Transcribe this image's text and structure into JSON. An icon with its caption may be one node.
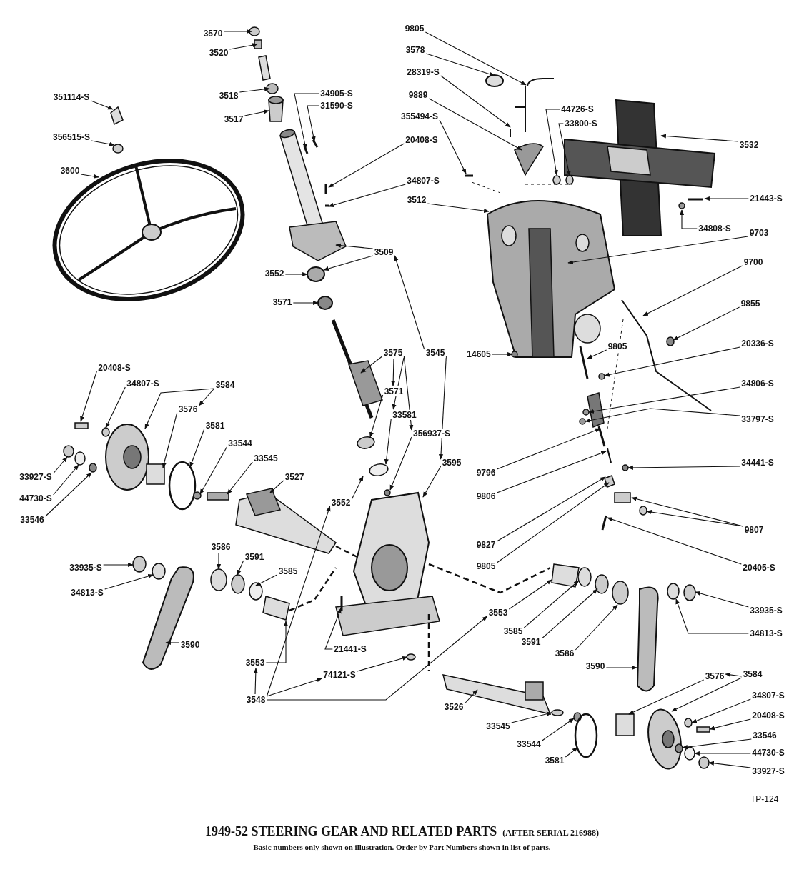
{
  "diagram": {
    "title": "1949-52 STEERING GEAR AND RELATED PARTS",
    "caption": "Basic numbers only shown on illustration. Order by Part Numbers shown in list of parts.",
    "nodes": [
      {
        "text": [
          "3570"
        ]
      },
      {
        "text": [
          "3520"
        ]
      },
      {
        "text": [
          "3518"
        ]
      },
      {
        "text": [
          "3517"
        ]
      },
      {
        "text": [
          "34905-S"
        ]
      },
      {
        "text": [
          "31590-S"
        ]
      },
      {
        "text": [
          "351114-S"
        ]
      },
      {
        "text": [
          "356515-S"
        ]
      },
      {
        "text": [
          "3600"
        ]
      },
      {
        "text": [
          "20408-S"
        ]
      },
      {
        "text": [
          "34807-S"
        ]
      },
      {
        "text": [
          "3509"
        ]
      },
      {
        "text": [
          "3552"
        ]
      },
      {
        "text": [
          "3571"
        ]
      },
      {
        "text": [
          "9805"
        ]
      },
      {
        "text": [
          "3578"
        ]
      },
      {
        "text": [
          "28319-S"
        ]
      },
      {
        "text": [
          "9889"
        ]
      },
      {
        "text": [
          "355494-S"
        ]
      },
      {
        "text": [
          "44726-S"
        ]
      },
      {
        "text": [
          "33800-S"
        ]
      },
      {
        "text": [
          "3532"
        ]
      },
      {
        "text": [
          "3512"
        ]
      },
      {
        "text": [
          "21443-S"
        ]
      },
      {
        "text": [
          "34808-S"
        ]
      },
      {
        "text": [
          "9703"
        ]
      },
      {
        "text": [
          "9700"
        ]
      },
      {
        "text": [
          "9855"
        ]
      },
      {
        "text": [
          "14605"
        ]
      },
      {
        "text": [
          "9805"
        ]
      },
      {
        "text": [
          "20336-S"
        ]
      },
      {
        "text": [
          "34806-S"
        ]
      },
      {
        "text": [
          "33797-S"
        ]
      },
      {
        "text": [
          "9796"
        ]
      },
      {
        "text": [
          "9806"
        ]
      },
      {
        "text": [
          "9827"
        ]
      },
      {
        "text": [
          "9805"
        ]
      },
      {
        "text": [
          "34441-S"
        ]
      },
      {
        "text": [
          "9807"
        ]
      },
      {
        "text": [
          "20405-S"
        ]
      },
      {
        "text": [
          "3545"
        ]
      },
      {
        "text": [
          "3575"
        ]
      },
      {
        "text": [
          "3571"
        ]
      },
      {
        "text": [
          "33581"
        ]
      },
      {
        "text": [
          "356937-S"
        ]
      },
      {
        "text": [
          "3595"
        ]
      },
      {
        "text": [
          "33544"
        ]
      },
      {
        "text": [
          "33545"
        ]
      },
      {
        "text": [
          "3527"
        ]
      },
      {
        "text": [
          "3581"
        ]
      },
      {
        "text": [
          "3576"
        ]
      },
      {
        "text": [
          "3584"
        ]
      },
      {
        "text": [
          "20408-S"
        ]
      },
      {
        "text": [
          "34807-S"
        ]
      },
      {
        "text": [
          "33927-S"
        ]
      },
      {
        "text": [
          "44730-S"
        ]
      },
      {
        "text": [
          "33546"
        ]
      },
      {
        "text": [
          "3552"
        ]
      },
      {
        "text": [
          "33935-S"
        ]
      },
      {
        "text": [
          "34813-S"
        ]
      },
      {
        "text": [
          "3586"
        ]
      },
      {
        "text": [
          "3591"
        ]
      },
      {
        "text": [
          "3585"
        ]
      },
      {
        "text": [
          "3590"
        ]
      },
      {
        "text": [
          "3553"
        ]
      },
      {
        "text": [
          "21441-S"
        ]
      },
      {
        "text": [
          "3548"
        ]
      },
      {
        "text": [
          "74121-S"
        ]
      },
      {
        "text": [
          "3553"
        ]
      },
      {
        "text": [
          "3585"
        ]
      },
      {
        "text": [
          "3591"
        ]
      },
      {
        "text": [
          "3586"
        ]
      },
      {
        "text": [
          "33935-S"
        ]
      },
      {
        "text": [
          "34813-S"
        ]
      },
      {
        "text": [
          "3590"
        ]
      },
      {
        "text": [
          "3584"
        ]
      },
      {
        "text": [
          "3576"
        ]
      },
      {
        "text": [
          "3526"
        ]
      },
      {
        "text": [
          "33545"
        ]
      },
      {
        "text": [
          "33544"
        ]
      },
      {
        "text": [
          "3581"
        ]
      },
      {
        "text": [
          "34807-S"
        ]
      },
      {
        "text": [
          "20408-S"
        ]
      },
      {
        "text": [
          "33546"
        ]
      },
      {
        "text": [
          "44730-S"
        ]
      },
      {
        "text": [
          "33927-S"
        ]
      }
    ],
    "edges": [
      {
        "from": 0,
        "to": null,
        "arrow": "to"
      },
      {
        "from": 1,
        "to": null,
        "arrow": "to"
      },
      {
        "from": 2,
        "to": null,
        "arrow": "to"
      },
      {
        "from": 3,
        "to": null,
        "arrow": "to"
      },
      {
        "from": 4,
        "to": null,
        "arrow": "to"
      },
      {
        "from": 5,
        "to": null,
        "arrow": "to"
      },
      {
        "from": 6,
        "to": null,
        "arrow": "to"
      },
      {
        "from": 7,
        "to": null,
        "arrow": "to"
      },
      {
        "from": 8,
        "to": null,
        "arrow": "to"
      },
      {
        "from": 9,
        "to": null,
        "arrow": "to"
      },
      {
        "from": 10,
        "to": null,
        "arrow": "to"
      },
      {
        "from": 11,
        "to": null,
        "arrow": "to"
      },
      {
        "from": 11,
        "to": null,
        "arrow": "to"
      },
      {
        "from": 12,
        "to": null,
        "arrow": "to"
      },
      {
        "from": 13,
        "to": null,
        "arrow": "to"
      },
      {
        "from": 14,
        "to": null,
        "arrow": "to"
      },
      {
        "from": 15,
        "to": null,
        "arrow": "to"
      },
      {
        "from": 16,
        "to": null,
        "arrow": "to"
      },
      {
        "from": 17,
        "to": null,
        "arrow": "to"
      },
      {
        "from": 18,
        "to": null,
        "arrow": "to"
      },
      {
        "from": 19,
        "to": null,
        "arrow": "to"
      },
      {
        "from": 20,
        "to": null,
        "arrow": "to"
      },
      {
        "from": 21,
        "to": null,
        "arrow": "to"
      },
      {
        "from": 22,
        "to": null,
        "arrow": "to"
      },
      {
        "from": 23,
        "to": null,
        "arrow": "to"
      },
      {
        "from": 24,
        "to": null,
        "arrow": "to"
      },
      {
        "from": 25,
        "to": null,
        "arrow": "to"
      },
      {
        "from": 26,
        "to": null,
        "arrow": "to"
      },
      {
        "from": 27,
        "to": null,
        "arrow": "to"
      },
      {
        "from": 28,
        "to": null,
        "arrow": "to"
      },
      {
        "from": 29,
        "to": null,
        "arrow": "to"
      },
      {
        "from": 30,
        "to": null,
        "arrow": "to"
      },
      {
        "from": 31,
        "to": null,
        "arrow": "to"
      },
      {
        "from": 32,
        "to": null,
        "arrow": "to"
      },
      {
        "from": 33,
        "to": null,
        "arrow": "to"
      },
      {
        "from": 34,
        "to": null,
        "arrow": "to"
      },
      {
        "from": 35,
        "to": null,
        "arrow": "to"
      },
      {
        "from": 36,
        "to": null,
        "arrow": "to"
      },
      {
        "from": 37,
        "to": null,
        "arrow": "to"
      },
      {
        "from": 38,
        "to": null,
        "arrow": "to"
      },
      {
        "from": 38,
        "to": null,
        "arrow": "to"
      },
      {
        "from": 39,
        "to": null,
        "arrow": "to"
      },
      {
        "from": 40,
        "to": 11,
        "arrow": "to"
      },
      {
        "from": 40,
        "to": 45,
        "arrow": "to"
      },
      {
        "from": 41,
        "to": null,
        "arrow": "to"
      },
      {
        "from": 41,
        "to": 42,
        "arrow": "to"
      },
      {
        "from": 41,
        "to": 43,
        "arrow": "to"
      },
      {
        "from": 41,
        "to": 44,
        "arrow": "to"
      },
      {
        "from": 42,
        "to": null,
        "arrow": "to"
      },
      {
        "from": 43,
        "to": null,
        "arrow": "to"
      },
      {
        "from": 44,
        "to": null,
        "arrow": "to"
      },
      {
        "from": 45,
        "to": null,
        "arrow": "to"
      },
      {
        "from": 46,
        "to": null,
        "arrow": "to"
      },
      {
        "from": 47,
        "to": null,
        "arrow": "to"
      },
      {
        "from": 48,
        "to": null,
        "arrow": "to"
      },
      {
        "from": 49,
        "to": null,
        "arrow": "to"
      },
      {
        "from": 50,
        "to": null,
        "arrow": "to"
      },
      {
        "from": 51,
        "to": null,
        "arrow": "to"
      },
      {
        "from": 51,
        "to": 50,
        "arrow": "to"
      },
      {
        "from": 52,
        "to": null,
        "arrow": "to"
      },
      {
        "from": 53,
        "to": null,
        "arrow": "to"
      },
      {
        "from": 54,
        "to": null,
        "arrow": "to"
      },
      {
        "from": 55,
        "to": null,
        "arrow": "to"
      },
      {
        "from": 56,
        "to": null,
        "arrow": "to"
      },
      {
        "from": 57,
        "to": null,
        "arrow": "to"
      },
      {
        "from": 58,
        "to": null,
        "arrow": "to"
      },
      {
        "from": 59,
        "to": null,
        "arrow": "to"
      },
      {
        "from": 60,
        "to": null,
        "arrow": "to"
      },
      {
        "from": 61,
        "to": null,
        "arrow": "to"
      },
      {
        "from": 62,
        "to": null,
        "arrow": "to"
      },
      {
        "from": 63,
        "to": null,
        "arrow": "to"
      },
      {
        "from": 64,
        "to": null,
        "arrow": "to"
      },
      {
        "from": 65,
        "to": null,
        "arrow": "to"
      },
      {
        "from": 66,
        "to": 64,
        "arrow": "to"
      },
      {
        "from": 66,
        "to": 57,
        "arrow": "to"
      },
      {
        "from": 66,
        "to": 67,
        "arrow": "to"
      },
      {
        "from": 66,
        "to": 68,
        "arrow": "to"
      },
      {
        "from": 67,
        "to": null,
        "arrow": "to"
      },
      {
        "from": 68,
        "to": null,
        "arrow": "to"
      },
      {
        "from": 69,
        "to": null,
        "arrow": "to"
      },
      {
        "from": 70,
        "to": null,
        "arrow": "to"
      },
      {
        "from": 71,
        "to": null,
        "arrow": "to"
      },
      {
        "from": 72,
        "to": null,
        "arrow": "to"
      },
      {
        "from": 73,
        "to": null,
        "arrow": "to"
      },
      {
        "from": 74,
        "to": null,
        "arrow": "to"
      },
      {
        "from": 75,
        "to": null,
        "arrow": "to"
      },
      {
        "from": 75,
        "to": 76,
        "arrow": "to"
      },
      {
        "from": 76,
        "to": null,
        "arrow": "to"
      },
      {
        "from": 77,
        "to": null,
        "arrow": "to"
      },
      {
        "from": 78,
        "to": null,
        "arrow": "to"
      },
      {
        "from": 79,
        "to": null,
        "arrow": "to"
      },
      {
        "from": 80,
        "to": null,
        "arrow": "to"
      },
      {
        "from": 81,
        "to": null,
        "arrow": "to"
      },
      {
        "from": 82,
        "to": null,
        "arrow": "to"
      },
      {
        "from": 83,
        "to": null,
        "arrow": "to"
      },
      {
        "from": 84,
        "to": null,
        "arrow": "to"
      },
      {
        "from": 85,
        "to": null,
        "arrow": "to"
      }
    ],
    "labels": [
      "TP-124",
      "(AFTER SERIAL 216988)"
    ]
  }
}
